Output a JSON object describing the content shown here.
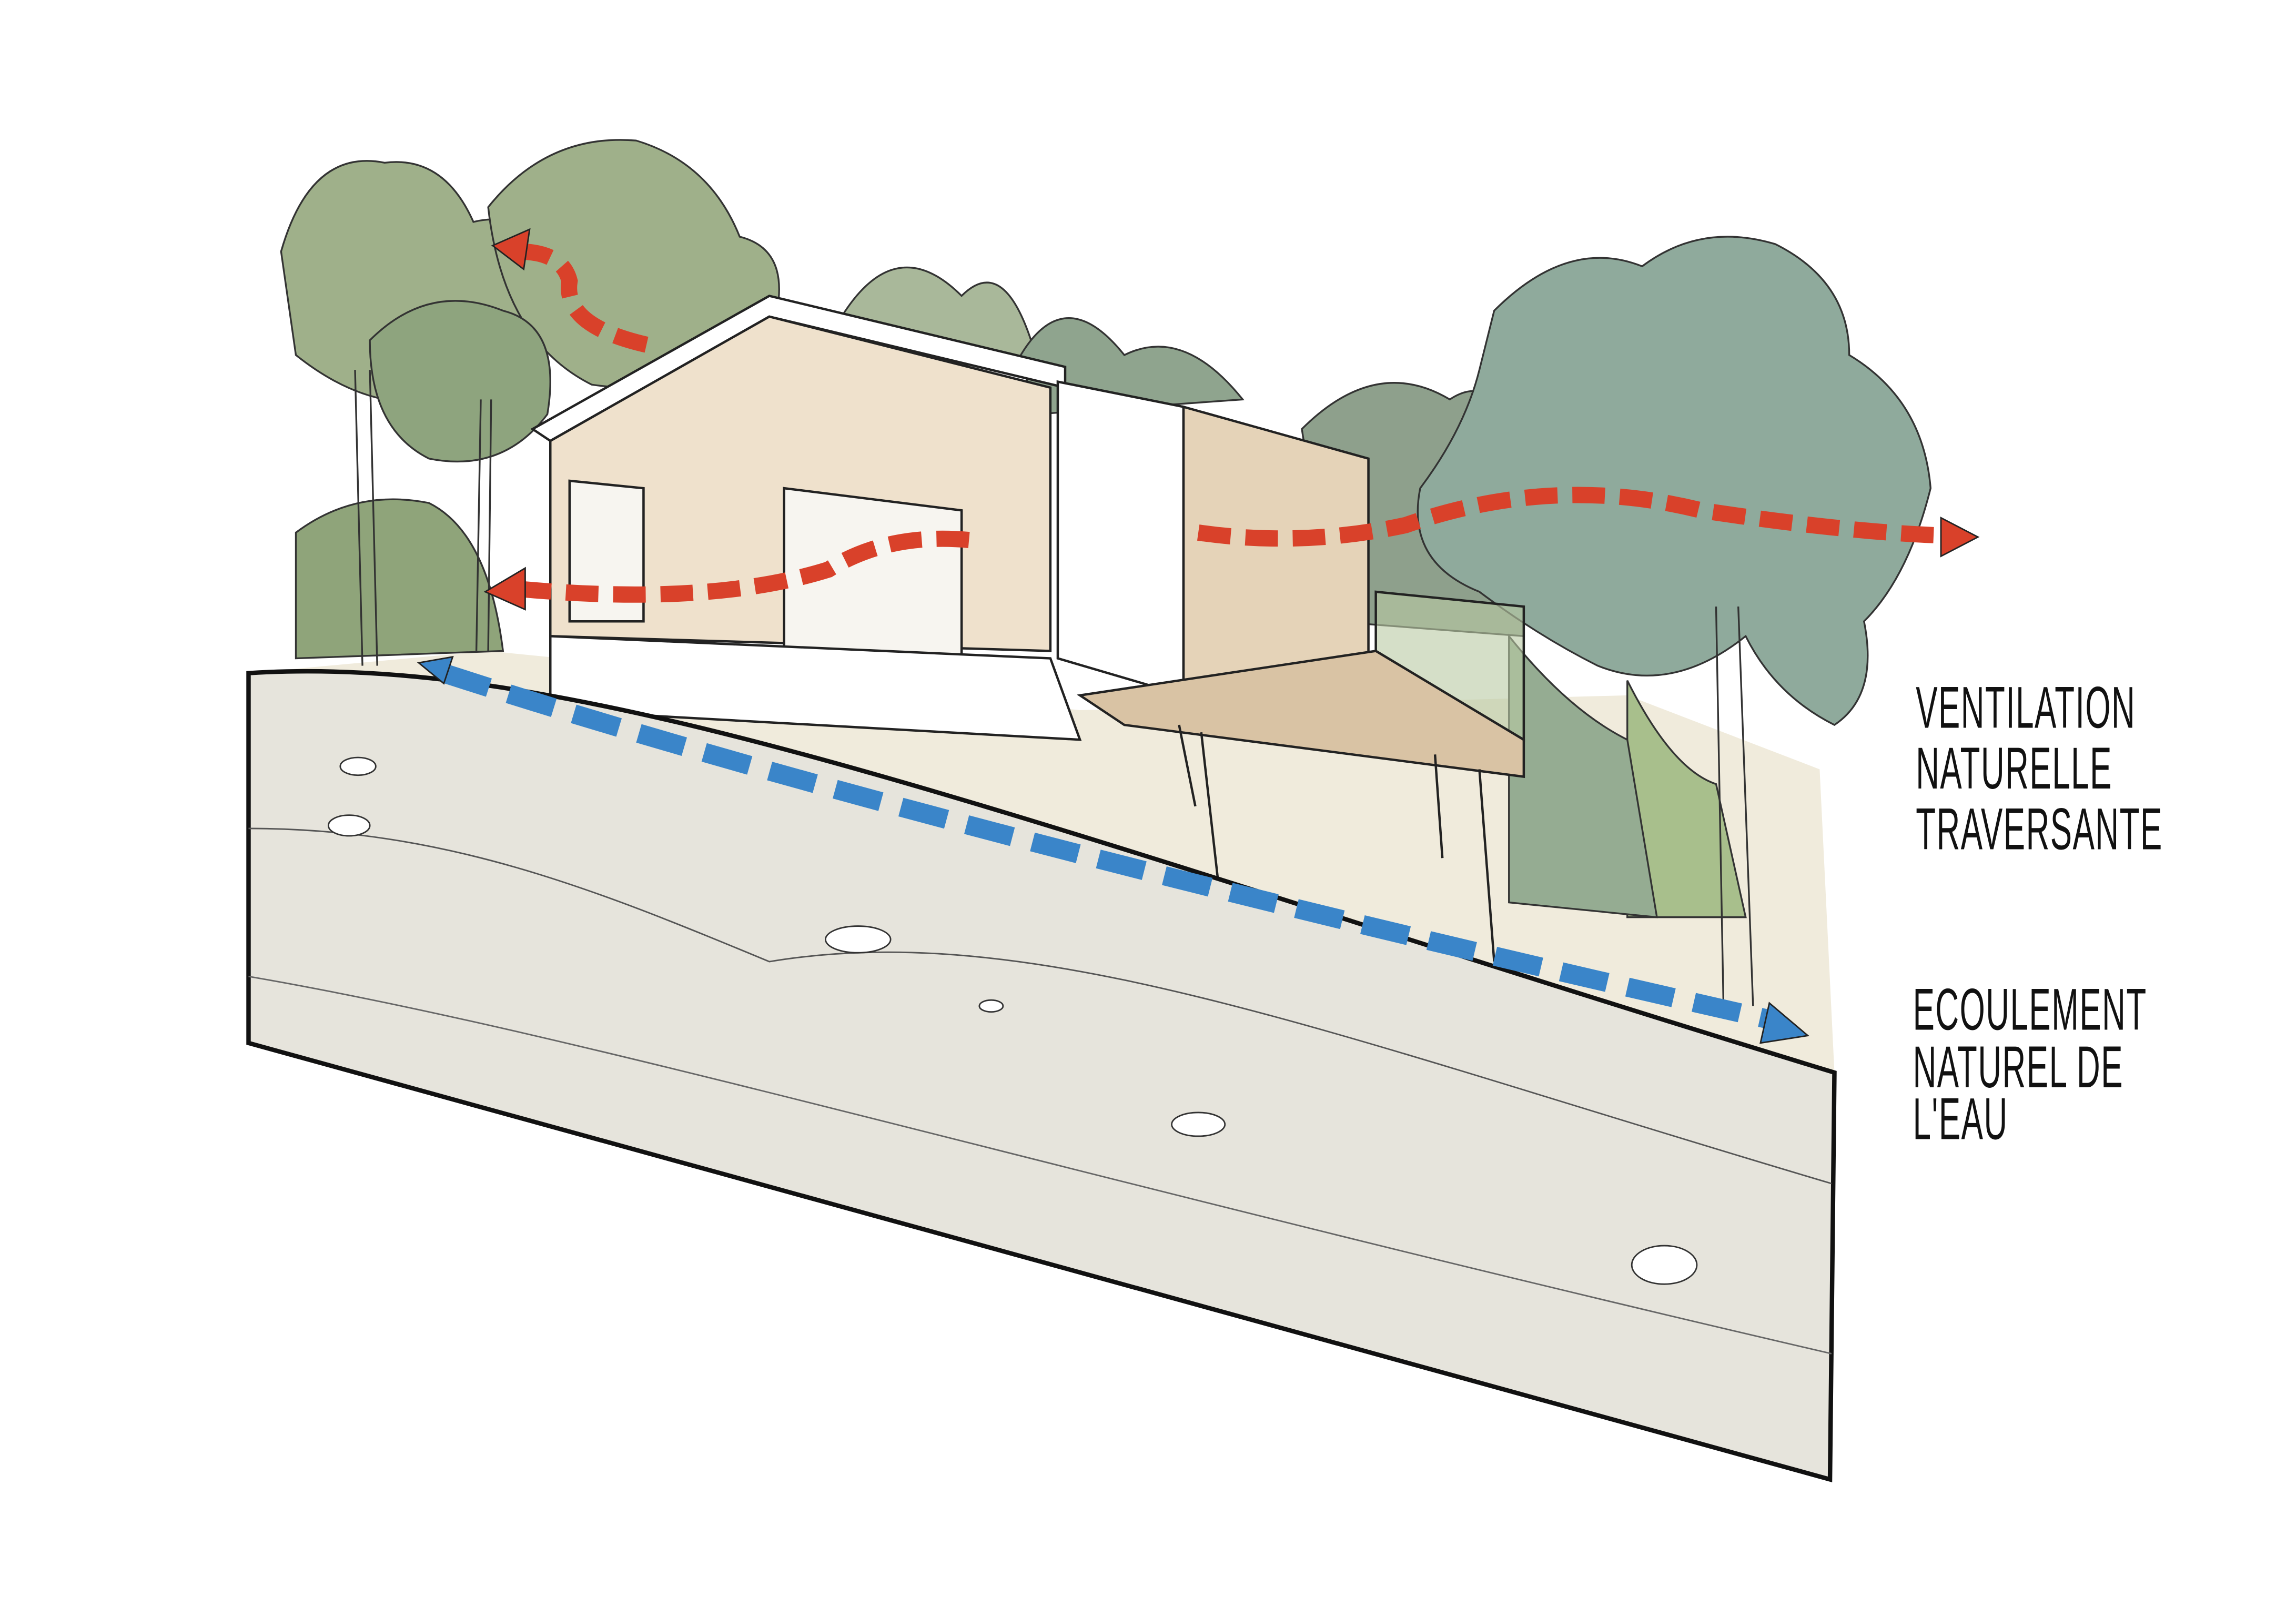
{
  "labels": {
    "ventilation": [
      "VENTILATION",
      "NATURELLE",
      "TRAVERSANTE"
    ],
    "water": [
      "ECOULEMENT",
      "NATUREL DE",
      "L'EAU"
    ]
  },
  "colors": {
    "air_arrow": "#d9412a",
    "water_arrow": "#3a85c9",
    "ground": "#e6e4dc",
    "foliage_light": "#9fb08a",
    "foliage_dark": "#7f9a85",
    "timber": "#efe1cc"
  }
}
